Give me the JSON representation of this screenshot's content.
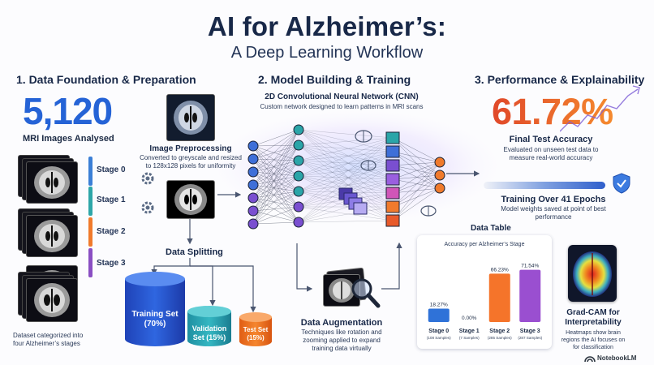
{
  "header": {
    "title": "AI for Alzheimer’s:",
    "subtitle": "A Deep Learning Workflow"
  },
  "section1": {
    "heading": "1. Data Foundation & Preparation",
    "big_number": "5,120",
    "big_caption": "MRI Images Analysed",
    "stages": [
      "Stage 0",
      "Stage 1",
      "Stage 2",
      "Stage 3"
    ],
    "stage_colors": [
      "#3b7fd6",
      "#2ea6a8",
      "#f07a2c",
      "#8a4fc3"
    ],
    "dataset_note": "Dataset categorized into four Alzheimer’s stages",
    "preprocess_title": "Image Preprocessing",
    "preprocess_text": "Converted to greyscale and resized to 128x128 pixels for uniformity",
    "splitting_title": "Data Splitting",
    "training_set": [
      "Training Set",
      "(70%)"
    ],
    "validation_set": [
      "Validation",
      "Set (15%)"
    ],
    "test_set": [
      "Test Set",
      "(15%)"
    ]
  },
  "section2": {
    "heading": "2. Model Building & Training",
    "cnn_title": "2D Convolutional Neural Network (CNN)",
    "cnn_text": "Custom network designed to learn patterns in MRI scans",
    "augment_title": "Data Augmentation",
    "augment_text": "Techniques like rotation and zooming applied to expand training data virtually"
  },
  "section3": {
    "heading": "3. Performance & Explainability",
    "accuracy": "61.72%",
    "accuracy_title": "Final Test Accuracy",
    "accuracy_text": "Evaluated on unseen test data to measure real-world accuracy",
    "epochs_title": "Training Over 41 Epochs",
    "epochs_text": "Model weights saved at point of best performance",
    "table_title": "Data Table",
    "gradcam_title": "Grad-CAM for Interpretability",
    "gradcam_text": "Heatmaps show brain regions the AI focuses on for classification"
  },
  "chart_data": {
    "type": "bar",
    "title": "Accuracy per Alzheimer’s Stage",
    "categories": [
      "Stage 0",
      "Stage 1",
      "Stage 2",
      "Stage 3"
    ],
    "sample_labels": [
      "(108 Samples)",
      "(7 Samples)",
      "(285 Samples)",
      "(287 Samples)"
    ],
    "values": [
      18.27,
      0.0,
      66.23,
      71.54
    ],
    "value_labels": [
      "18.27%",
      "0.00%",
      "66.23%",
      "71.54%"
    ],
    "ylim": [
      0,
      80
    ],
    "colors": [
      "#2f72d8",
      "#2f72d8",
      "#f5742a",
      "#9a4fd0"
    ]
  },
  "footer": {
    "brand": "NotebookLM"
  }
}
